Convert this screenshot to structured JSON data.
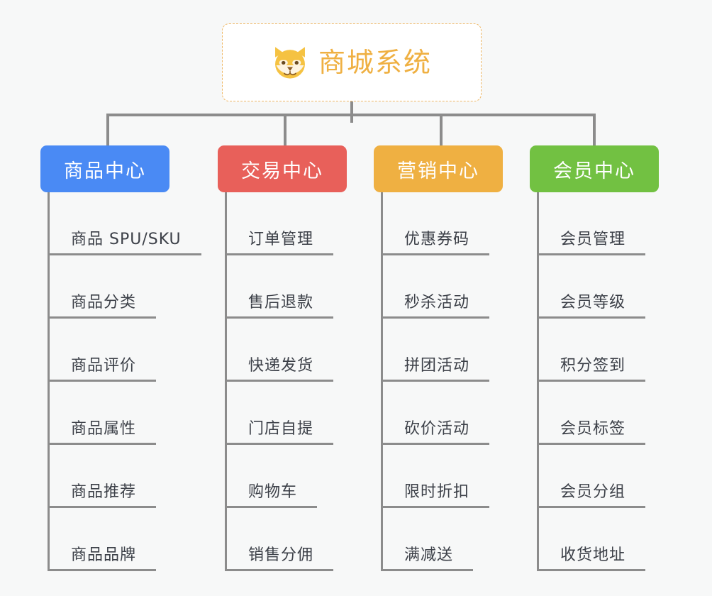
{
  "root": {
    "title": "商城系统",
    "icon": "shiba-dog-icon",
    "border_color": "#efb866",
    "text_color": "#efb042",
    "background": "#ffffff"
  },
  "canvas": {
    "background": "#f7f8f8",
    "connector_color": "#8c8c8c"
  },
  "columns": [
    {
      "label": "商品中心",
      "color": "#4a8af4",
      "key": "product-center",
      "leaves": [
        "商品 SPU/SKU",
        "商品分类",
        "商品评价",
        "商品属性",
        "商品推荐",
        "商品品牌"
      ]
    },
    {
      "label": "交易中心",
      "color": "#e8605a",
      "key": "trade-center",
      "leaves": [
        "订单管理",
        "售后退款",
        "快递发货",
        "门店自提",
        "购物车",
        "销售分佣"
      ]
    },
    {
      "label": "营销中心",
      "color": "#efb042",
      "key": "marketing-center",
      "leaves": [
        "优惠券码",
        "秒杀活动",
        "拼团活动",
        "砍价活动",
        "限时折扣",
        "满减送"
      ]
    },
    {
      "label": "会员中心",
      "color": "#72c142",
      "key": "member-center",
      "leaves": [
        "会员管理",
        "会员等级",
        "积分签到",
        "会员标签",
        "会员分组",
        "收货地址"
      ]
    }
  ]
}
